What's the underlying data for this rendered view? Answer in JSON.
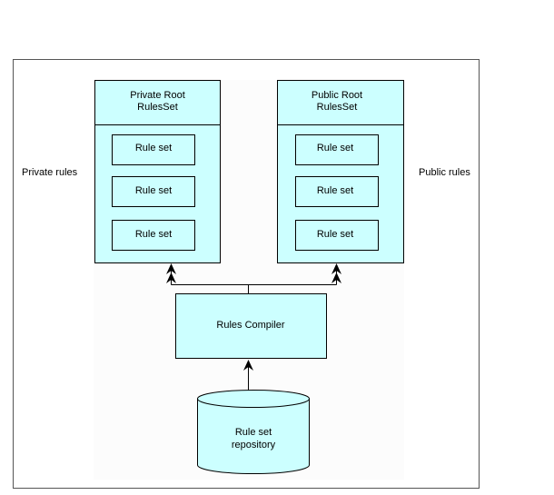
{
  "colors": {
    "fill": "#ccffff",
    "stroke": "#000000",
    "background": "#ffffff",
    "panel": "#ffffff"
  },
  "labels": {
    "private_rules": "Private rules",
    "public_rules": "Public rules"
  },
  "private_root": {
    "title_line1": "Private Root",
    "title_line2": "RulesSet",
    "rule_sets": [
      "Rule set",
      "Rule set",
      "Rule set"
    ]
  },
  "public_root": {
    "title_line1": "Public Root",
    "title_line2": "RulesSet",
    "rule_sets": [
      "Rule set",
      "Rule set",
      "Rule set"
    ]
  },
  "compiler": {
    "label": "Rules Compiler"
  },
  "repository": {
    "label_line1": "Rule set",
    "label_line2": "repository"
  }
}
